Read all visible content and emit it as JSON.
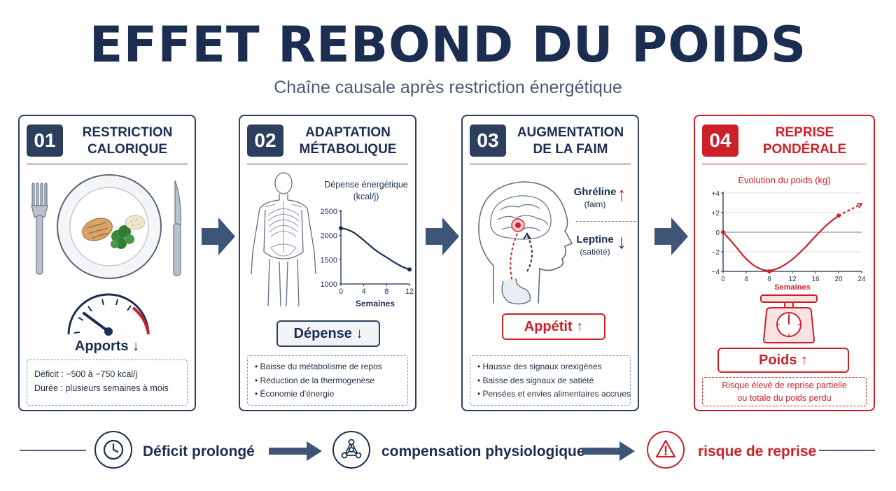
{
  "header": {
    "title": "EFFET REBOND DU POIDS",
    "subtitle": "Chaîne causale après restriction énergétique"
  },
  "colors": {
    "navy": "#1b2e52",
    "red": "#cc2128",
    "slate": "#2d3f5e"
  },
  "panels": [
    {
      "number": "01",
      "title_line1": "RESTRICTION",
      "title_line2": "CALORIQUE",
      "gauge_label": "Apports",
      "gauge_arrow": "↓",
      "notes": [
        "Déficit : −500 à −750 kcal/j",
        "Durée : plusieurs semaines à mois"
      ]
    },
    {
      "number": "02",
      "title_line1": "ADAPTATION",
      "title_line2": "MÉTABOLIQUE",
      "chart_title_line1": "Dépense énergétique",
      "chart_title_line2": "(kcal/j)",
      "pill_label": "Dépense",
      "pill_arrow": "↓",
      "notes": [
        "Baisse du métabolisme de repos",
        "Réduction de la thermogenèse",
        "Économie d'énergie"
      ]
    },
    {
      "number": "03",
      "title_line1": "AUGMENTATION",
      "title_line2": "DE LA FAIM",
      "ghrelin_label": "Ghréline",
      "ghrelin_sub": "(faim)",
      "ghrelin_arrow": "↑",
      "leptin_label": "Leptine",
      "leptin_sub": "(satiété)",
      "leptin_arrow": "↓",
      "pill_label": "Appétit",
      "pill_arrow": "↑",
      "notes": [
        "Hausse des signaux orexigènes",
        "Baisse des signaux de satiété",
        "Pensées et envies alimentaires accrues"
      ]
    },
    {
      "number": "04",
      "title_line1": "REPRISE",
      "title_line2": "PONDÉRALE",
      "chart_title": "Évolution du poids (kg)",
      "pill_label": "Poids",
      "pill_arrow": "↑",
      "notes": [
        "Risque élevé de reprise partielle",
        "ou totale du poids perdu"
      ]
    }
  ],
  "chart_data": [
    {
      "type": "line",
      "title": "Dépense énergétique (kcal/j)",
      "xlabel": "Semaines",
      "ylabel": "",
      "x_ticks": [
        0,
        4,
        8,
        12
      ],
      "y_ticks": [
        1000,
        1500,
        2000,
        2500
      ],
      "xlim": [
        0,
        12
      ],
      "ylim": [
        1000,
        2500
      ],
      "series": [
        {
          "x": [
            0,
            1,
            2,
            3,
            4,
            5,
            6,
            7,
            8,
            9,
            10,
            11,
            12
          ],
          "values": [
            2150,
            2130,
            2080,
            2000,
            1900,
            1800,
            1700,
            1620,
            1550,
            1470,
            1400,
            1340,
            1300
          ]
        }
      ],
      "grid": false
    },
    {
      "type": "line",
      "title": "Évolution du poids (kg)",
      "xlabel": "Semaines",
      "ylabel": "",
      "x_ticks": [
        0,
        4,
        8,
        12,
        16,
        20,
        24
      ],
      "y_ticks": [
        -4,
        -2,
        0,
        2,
        4
      ],
      "y_tick_labels": [
        "−4",
        "−2",
        "0",
        "+2",
        "+4"
      ],
      "xlim": [
        0,
        24
      ],
      "ylim": [
        -4,
        4
      ],
      "series": [
        {
          "x": [
            0,
            2,
            4,
            6,
            8,
            10,
            12,
            14,
            16,
            18,
            20
          ],
          "values": [
            0,
            -1.3,
            -2.8,
            -3.7,
            -4,
            -3.6,
            -2.8,
            -1.7,
            -0.4,
            0.8,
            1.7
          ]
        },
        {
          "x": [
            20,
            22,
            24
          ],
          "values": [
            1.7,
            2.3,
            2.9
          ],
          "style": "dashed"
        }
      ],
      "grid": true
    }
  ],
  "bottom": {
    "step1": "Déficit prolongé",
    "step2": "compensation physiologique",
    "step3": "risque de reprise"
  }
}
